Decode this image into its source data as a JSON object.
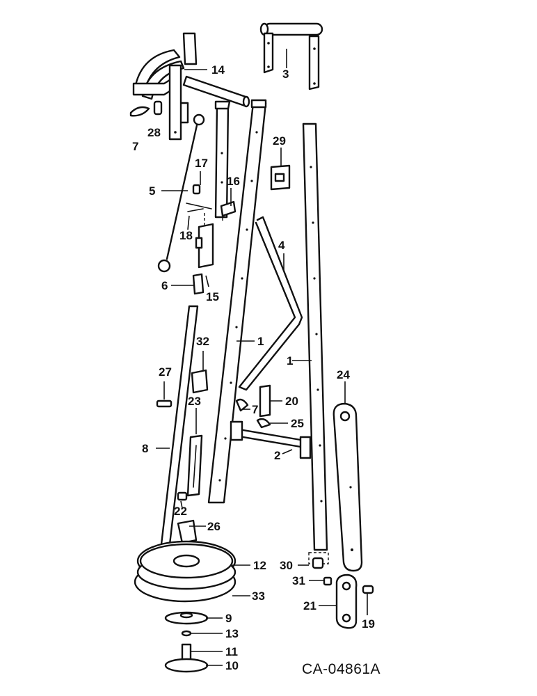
{
  "drawing_code": "CA-04861A",
  "callouts": {
    "p1a": "1",
    "p1b": "1",
    "p2": "2",
    "p3": "3",
    "p4": "4",
    "p5": "5",
    "p6": "6",
    "p7a": "7",
    "p7b": "7",
    "p8": "8",
    "p9": "9",
    "p10": "10",
    "p11": "11",
    "p12": "12",
    "p13": "13",
    "p14": "14",
    "p15": "15",
    "p16": "16",
    "p17": "17",
    "p18": "18",
    "p19": "19",
    "p20": "20",
    "p21": "21",
    "p22": "22",
    "p23": "23",
    "p24": "24",
    "p25": "25",
    "p26": "26",
    "p27": "27",
    "p28": "28",
    "p29": "29",
    "p30": "30",
    "p31": "31",
    "p32": "32",
    "p33": "33"
  }
}
